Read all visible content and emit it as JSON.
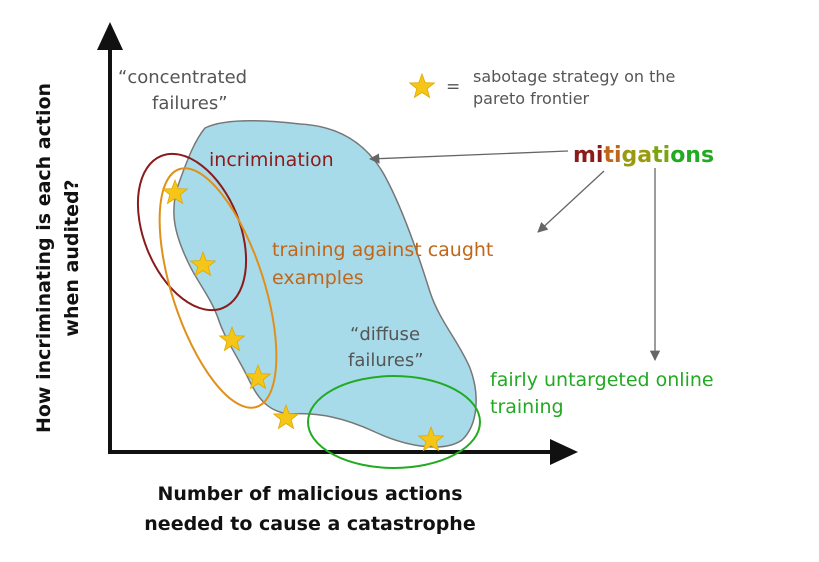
{
  "axes": {
    "y_label_line1": "How incriminating is each action",
    "y_label_line2": "when audited?",
    "x_label_line1": "Number of malicious actions",
    "x_label_line2": "needed to cause a catastrophe"
  },
  "regions": {
    "concentrated_line1": "“concentrated",
    "concentrated_line2": "failures”",
    "diffuse_line1": "“diffuse",
    "diffuse_line2": "failures”"
  },
  "legend": {
    "equals": "=",
    "text_line1": "sabotage strategy on the",
    "text_line2": "pareto frontier"
  },
  "mitigations": {
    "title_parts": [
      "mi",
      "ti",
      "ga",
      "ti",
      "ons"
    ],
    "title_colors": [
      "#8b1a1a",
      "#c0661a",
      "#9a9a10",
      "#7aa510",
      "#22aa22"
    ],
    "incrimination": "incrimination",
    "training_caught_line1": "training against caught",
    "training_caught_line2": "examples",
    "online_line1": "fairly untargeted online",
    "online_line2": "training"
  },
  "colors": {
    "blob": "#a8dbea",
    "incrimination": "#8b1a1a",
    "training": "#e0901a",
    "online": "#22aa22",
    "star": "#f5c518",
    "axis": "#111111",
    "arrow": "#666666"
  },
  "stars_count": 7
}
